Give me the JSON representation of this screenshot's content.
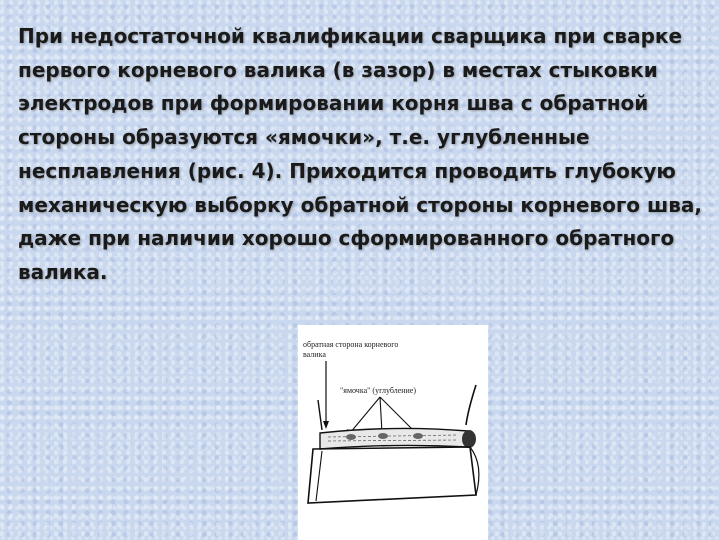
{
  "slide": {
    "paragraph": "При недостаточной квалификации сварщика при сварке первого корневого валика (в зазор) в местах стыковки электродов при формировании корня шва с обратной стороны образуются «ямочки», т.е. углубленные несплавления (рис. 4). Приходится проводить глубокую механическую выборку обратной стороны корневого шва, даже при наличии хорошо сформированного обратного валика."
  },
  "figure": {
    "label_root_side_line1": "обратная сторона корневого",
    "label_root_side_line2": "валика",
    "label_pits": "\"ямочка\" (углубление)"
  }
}
